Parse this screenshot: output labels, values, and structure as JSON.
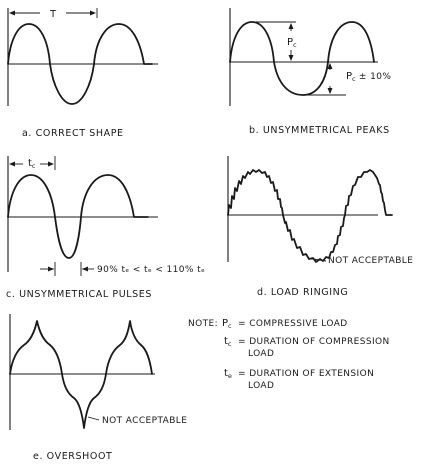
{
  "panels": {
    "a": {
      "caption": "a.  CORRECT SHAPE",
      "period_label": "T"
    },
    "b": {
      "caption": "b.  UNSYMMETRICAL PEAKS",
      "peak_label_main": "P",
      "peak_label_sub": "c",
      "tol_label_main": "P",
      "tol_label_sub": "c",
      "tol_label_rest": " ± 10%"
    },
    "c": {
      "caption": "c.  UNSYMMETRICAL PULSES",
      "dur_label_main": "t",
      "dur_label_sub": "c",
      "cond_label": "90% tₑ < tₑ < 110% tₑ"
    },
    "d": {
      "caption": "d.  LOAD RINGING",
      "note": "NOT ACCEPTABLE"
    },
    "e": {
      "caption": "e.  OVERSHOOT",
      "note": "NOT ACCEPTABLE"
    }
  },
  "legend": {
    "title": "NOTE:",
    "items": [
      {
        "sym": "P",
        "sub": "c",
        "line1": "= COMPRESSIVE LOAD",
        "line2": ""
      },
      {
        "sym": "t",
        "sub": "c",
        "line1": "= DURATION OF COMPRESSION",
        "line2": "LOAD"
      },
      {
        "sym": "t",
        "sub": "e",
        "line1": "= DURATION OF EXTENSION",
        "line2": "LOAD"
      }
    ]
  }
}
